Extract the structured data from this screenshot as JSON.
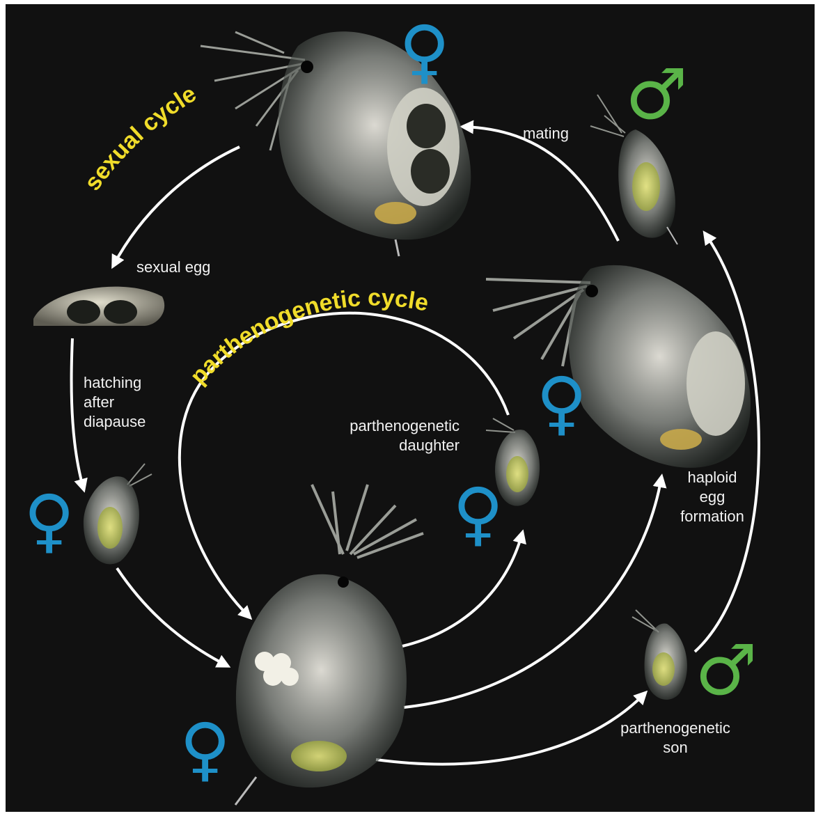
{
  "cycles": {
    "sexual": "sexual cycle",
    "parthenogenetic": "parthenogenetic cycle"
  },
  "labels": {
    "mating": "mating",
    "sexual_egg": "sexual egg",
    "hatching": "hatching\nafter\ndiapause",
    "parthenogenetic_daughter": "parthenogenetic\ndaughter",
    "haploid_egg": "haploid\negg\nformation",
    "parthenogenetic_son": "parthenogenetic\nson"
  },
  "symbols": {
    "female": "♀",
    "male": "♂"
  },
  "colors": {
    "background": "#111111",
    "label_text": "#f2f2f2",
    "cycle_title": "#f0dc2a",
    "female_symbol": "#1e90c8",
    "male_symbol": "#5ab448",
    "arrows": "#ffffff"
  }
}
